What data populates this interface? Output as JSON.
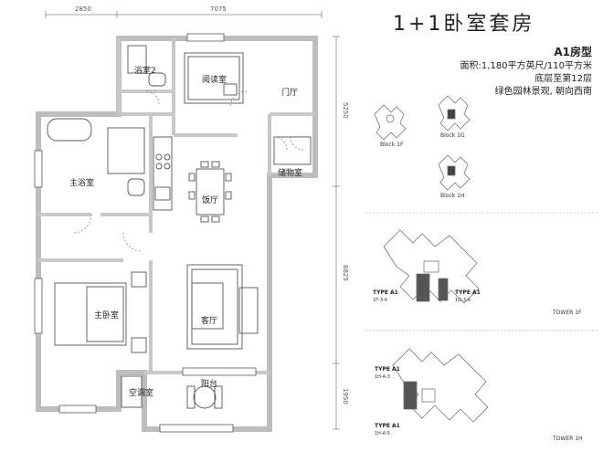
{
  "header": {
    "title": "1+1卧室套房",
    "type": "A1房型",
    "area": "面积:1,180平方英尺/110平方米",
    "floors": "底层至第12层",
    "view": "绿色园林景观, 朝向西南"
  },
  "dimensions": {
    "top_left": "2850",
    "top_right": "7075",
    "right_1": "5250",
    "right_2": "6825",
    "right_3": "1950"
  },
  "rooms": {
    "bath2": "浴室2",
    "study": "阅读室",
    "foyer": "门厅",
    "storage": "储物室",
    "master_bath": "主浴室",
    "dining": "饭厅",
    "master_bed": "主卧室",
    "living": "客厅",
    "balcony": "阳台",
    "ac_room": "空调室"
  },
  "key_plans": {
    "block_1f": "Block 1F",
    "block_1g": "Block 1G",
    "block_1h": "Block 1H",
    "tower_1f": "TOWER 1F",
    "tower_1h": "TOWER 1H",
    "type_a1_1f": "TYPE A1",
    "type_a1_1f_sub": "1F-3-6",
    "type_a1_1g": "TYPE A1",
    "type_a1_1g_sub": "1G-3-6",
    "type_a1_1h_a": "TYPE A1",
    "type_a1_1h_a_sub": "1H-A-3",
    "type_a1_1h_b": "TYPE A1",
    "type_a1_1h_b_sub": "1H-A-5"
  },
  "colors": {
    "wall": "#bdbdbd",
    "line": "#555555",
    "highlight": "#444444"
  }
}
